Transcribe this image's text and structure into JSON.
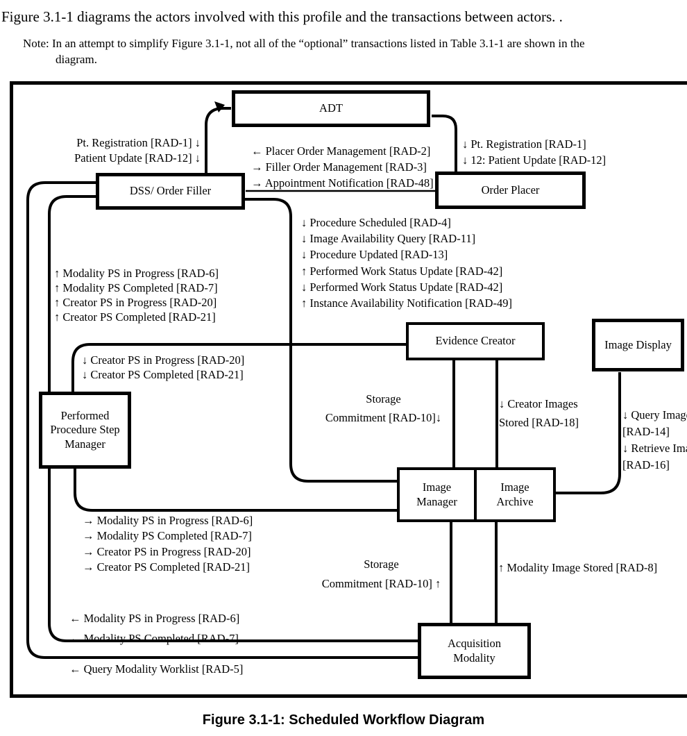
{
  "header": {
    "title": "Figure 3.1-1 diagrams the actors involved with this profile and the transactions between actors. .",
    "note_line1": "Note: In an attempt to simplify Figure 3.1-1, not all of the “optional” transactions listed in Table 3.1-1 are shown in the",
    "note_line2": "diagram."
  },
  "caption": "Figure 3.1-1: Scheduled Workflow Diagram",
  "actors": {
    "adt": "ADT",
    "order_placer": "Order Placer",
    "dss": "DSS/ Order Filler",
    "evidence_creator": "Evidence Creator",
    "image_display": "Image Display",
    "ppsm": "Performed Procedure Step Manager",
    "image_manager": "Image Manager",
    "image_archive": "Image Archive",
    "acquisition_modality": "Acquisition Modality"
  },
  "labels": {
    "adt_dss": [
      "Pt. Registration [RAD-1] ↓",
      "Patient Update [RAD-12] ↓"
    ],
    "adt_op": [
      "↓ Pt. Registration [RAD-1]",
      "↓ 12: Patient Update [RAD-12]"
    ],
    "dss_op": [
      "← Placer Order Management [RAD-2]",
      "→ Filler Order Management [RAD-3]",
      "→ Appointment Notification [RAD-48]"
    ],
    "dss_im": [
      "↓ Procedure Scheduled [RAD-4]",
      "↓ Image Availability Query [RAD-11]",
      "↓ Procedure Updated [RAD-13]",
      "↑ Performed Work Status Update [RAD-42]",
      "↓ Performed Work Status Update [RAD-42]",
      "↑ Instance Availability Notification [RAD-49]"
    ],
    "ppsm_dss": [
      "↑ Modality PS in Progress [RAD-6]",
      "↑ Modality PS Completed [RAD-7]",
      "↑ Creator PS in Progress [RAD-20]",
      "↑ Creator PS Completed [RAD-21]"
    ],
    "ec_ppsm": [
      "↓ Creator PS in Progress [RAD-20]",
      "↓ Creator PS Completed [RAD-21]"
    ],
    "ppsm_im": [
      "→ Modality PS in Progress [RAD-6]",
      "→ Modality PS Completed [RAD-7]",
      "→ Creator PS in Progress [RAD-20]",
      "→ Creator PS Completed [RAD-21]"
    ],
    "acq_ppsm": [
      "← Modality PS in Progress [RAD-6]",
      "← Modality PS Completed [RAD-7]"
    ],
    "acq_dss": [
      "← Query Modality Worklist [RAD-5]"
    ],
    "ec_im": [
      "Storage",
      "Commitment [RAD-10]↓"
    ],
    "ec_ia": [
      "↓ Creator Images",
      "Stored [RAD-18]"
    ],
    "im_acq": [
      "Storage",
      "Commitment [RAD-10] ↑"
    ],
    "ia_acq": [
      "↑ Modality Image Stored [RAD-8]"
    ],
    "id_ia": [
      "↓ Query Images",
      "[RAD-14]",
      "↓ Retrieve Images",
      "[RAD-16]"
    ]
  },
  "colors": {
    "ink": "#000000",
    "paper": "#ffffff"
  }
}
